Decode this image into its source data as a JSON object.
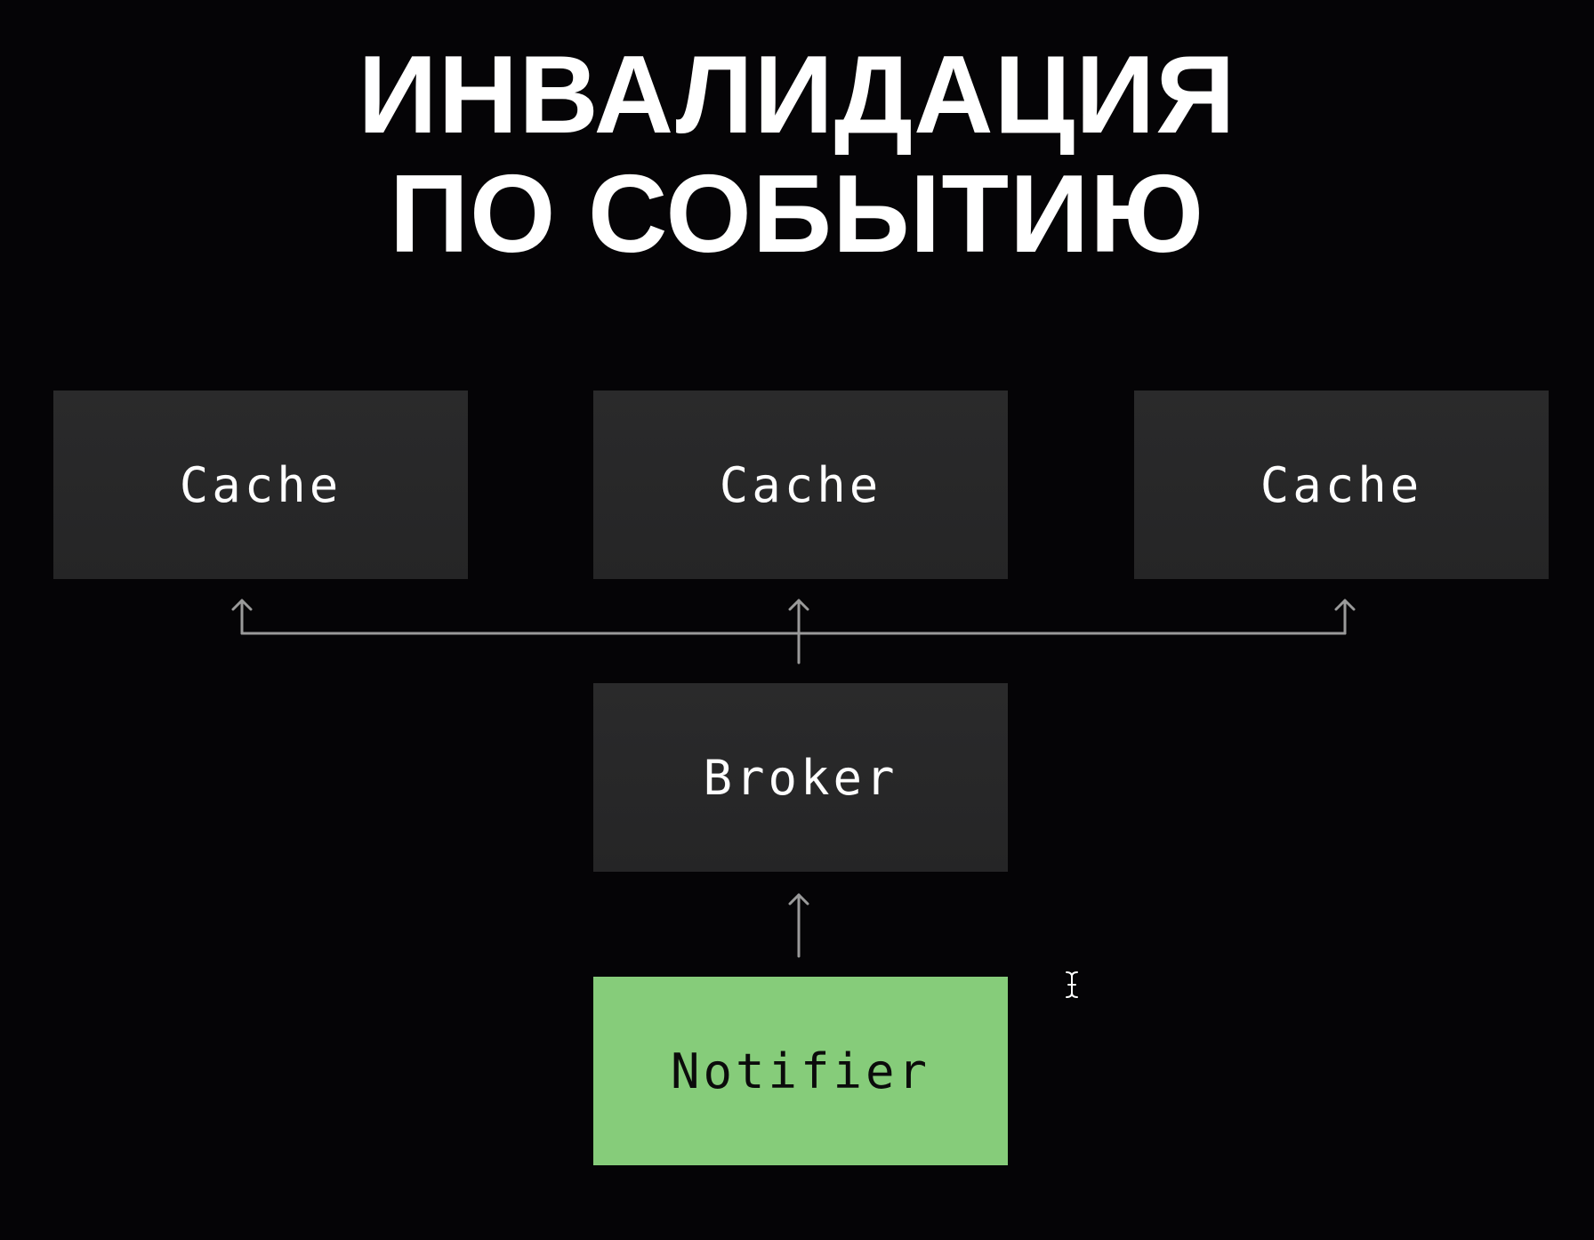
{
  "title": {
    "line1": "ИНВАЛИДАЦИЯ",
    "line2": "ПО СОБЫТИЮ"
  },
  "nodes": {
    "cache_left": "Cache",
    "cache_center": "Cache",
    "cache_right": "Cache",
    "broker": "Broker",
    "notifier": "Notifier"
  },
  "colors": {
    "background": "#050406",
    "box": "#272728",
    "notifier": "#86cc7a",
    "connector": "#9a9a9a",
    "text_light": "#ffffff",
    "text_dark": "#0b0b0b"
  },
  "icons": {
    "cursor": "text-cursor-icon",
    "arrow": "arrow-up-icon"
  }
}
